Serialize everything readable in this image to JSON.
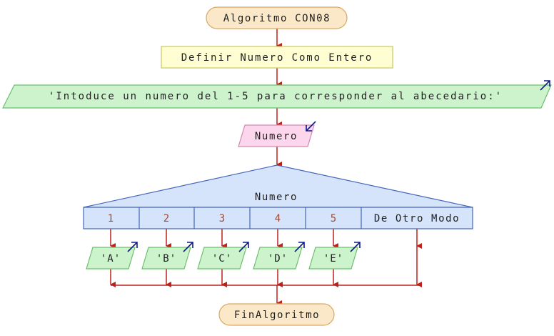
{
  "start": {
    "label": "Algoritmo CON08"
  },
  "define": {
    "label": "Definir Numero Como Entero"
  },
  "output_prompt": {
    "label": "'Intoduce un numero del 1-5 para corresponder al abecedario:'"
  },
  "input": {
    "label": "Numero"
  },
  "switch": {
    "variable": "Numero",
    "cases": [
      {
        "label": "1",
        "output": "'A'"
      },
      {
        "label": "2",
        "output": "'B'"
      },
      {
        "label": "3",
        "output": "'C'"
      },
      {
        "label": "4",
        "output": "'D'"
      },
      {
        "label": "5",
        "output": "'E'"
      }
    ],
    "default_label": "De Otro Modo"
  },
  "end": {
    "label": "FinAlgoritmo"
  },
  "colors": {
    "terminal_fill": "#fbe8c8",
    "terminal_stroke": "#d9a860",
    "process_fill": "#fefed2",
    "process_stroke": "#c8c860",
    "output_fill": "#cdf3cd",
    "output_stroke": "#6cbf6c",
    "input_fill": "#fcd6ec",
    "input_stroke": "#d08ab0",
    "switch_fill": "#d6e4fb",
    "switch_stroke": "#4466bb",
    "arrow": "#c0201a",
    "io_arrow": "#0b1a8a",
    "case_text": "#9b4b36"
  }
}
